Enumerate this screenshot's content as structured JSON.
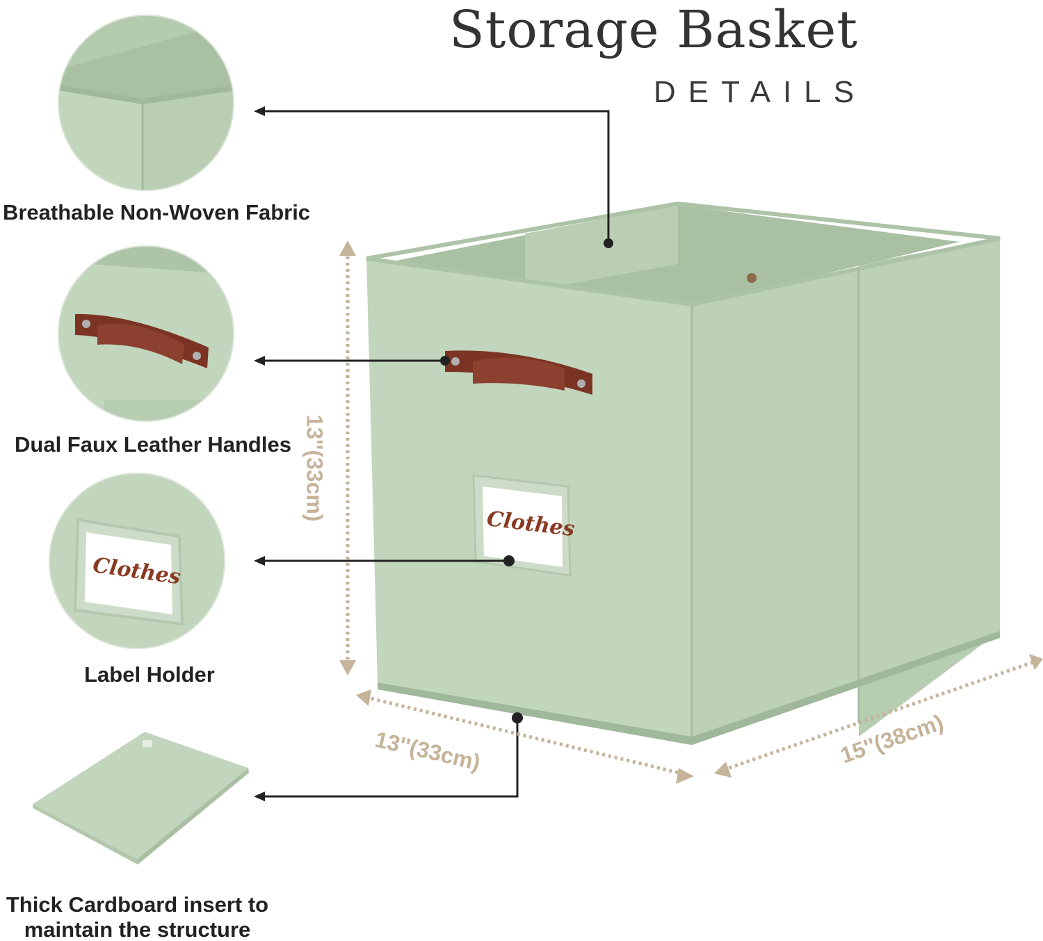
{
  "header": {
    "title": "Storage Basket",
    "subtitle": "DETAILS"
  },
  "features": [
    {
      "label": "Breathable Non-Woven Fabric",
      "icon": "fabric-corner-closeup"
    },
    {
      "label": "Dual Faux Leather Handles",
      "icon": "leather-handle-closeup"
    },
    {
      "label": "Label Holder",
      "icon": "label-holder-closeup"
    },
    {
      "label": "Thick Cardboard insert to maintain the structure",
      "icon": "cardboard-insert"
    }
  ],
  "label_card": {
    "text": "Clothes"
  },
  "dimensions": {
    "height": "13''(33cm)",
    "width": "13''(33cm)",
    "depth": "15''(38cm)"
  },
  "colors": {
    "fabric": "#c2d5bd",
    "fabric_shade": "#a9c0a3",
    "leather": "#7b3424",
    "dimension_line": "#c5b39a",
    "text": "#222222"
  }
}
